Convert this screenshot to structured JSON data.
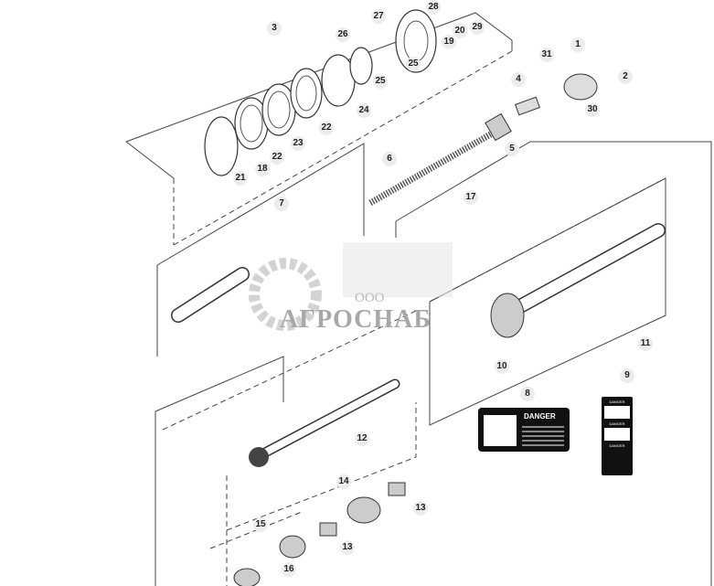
{
  "diagram": {
    "callouts": [
      "3",
      "27",
      "28",
      "29",
      "20",
      "19",
      "26",
      "25",
      "25",
      "1",
      "31",
      "2",
      "4",
      "30",
      "24",
      "22",
      "23",
      "22",
      "18",
      "21",
      "5",
      "6",
      "7",
      "17",
      "10",
      "11",
      "8",
      "9",
      "12",
      "14",
      "13",
      "15",
      "13",
      "16"
    ],
    "watermark": {
      "prefix": "ООО",
      "name": "АГРОСНАБ"
    },
    "decals": {
      "label_8_word": "DANGER",
      "label_9_words": [
        "DANGER",
        "DANGER",
        "DANGER"
      ]
    }
  }
}
